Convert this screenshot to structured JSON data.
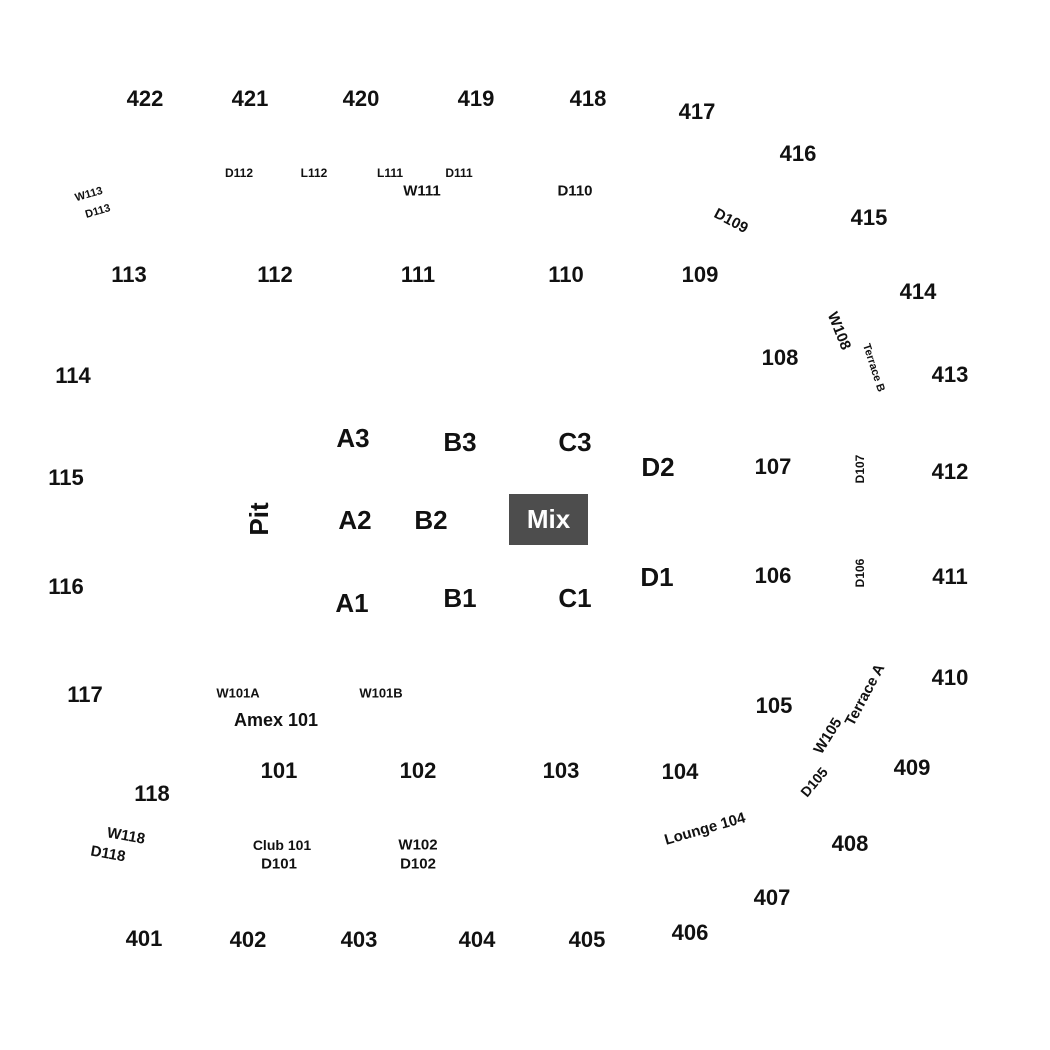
{
  "sections_400": [
    "422",
    "421",
    "420",
    "419",
    "418",
    "417",
    "416",
    "415",
    "414",
    "413",
    "412",
    "411",
    "410",
    "409",
    "408",
    "407",
    "406",
    "405",
    "404",
    "403",
    "402",
    "401"
  ],
  "sections_100": [
    "113",
    "112",
    "111",
    "110",
    "109",
    "108",
    "107",
    "106",
    "105",
    "104",
    "103",
    "102",
    "101",
    "118",
    "117",
    "116",
    "115",
    "114"
  ],
  "sub_labels": [
    "W113",
    "D113",
    "D112",
    "L112",
    "L111",
    "D111",
    "W111",
    "D110",
    "D109",
    "W108",
    "Terrace B",
    "D107",
    "D106",
    "Terrace A",
    "W105",
    "D105",
    "Lounge 104",
    "W101A",
    "W101B",
    "Amex 101",
    "W102",
    "D102",
    "Club 101",
    "D101",
    "W118",
    "D118"
  ],
  "floor_sections": [
    "A3",
    "B3",
    "C3",
    "A2",
    "B2",
    "A1",
    "B1",
    "C1",
    "D2",
    "D1",
    "Pit"
  ],
  "mix": {
    "label": "Mix",
    "color": "#4d4d4d"
  }
}
